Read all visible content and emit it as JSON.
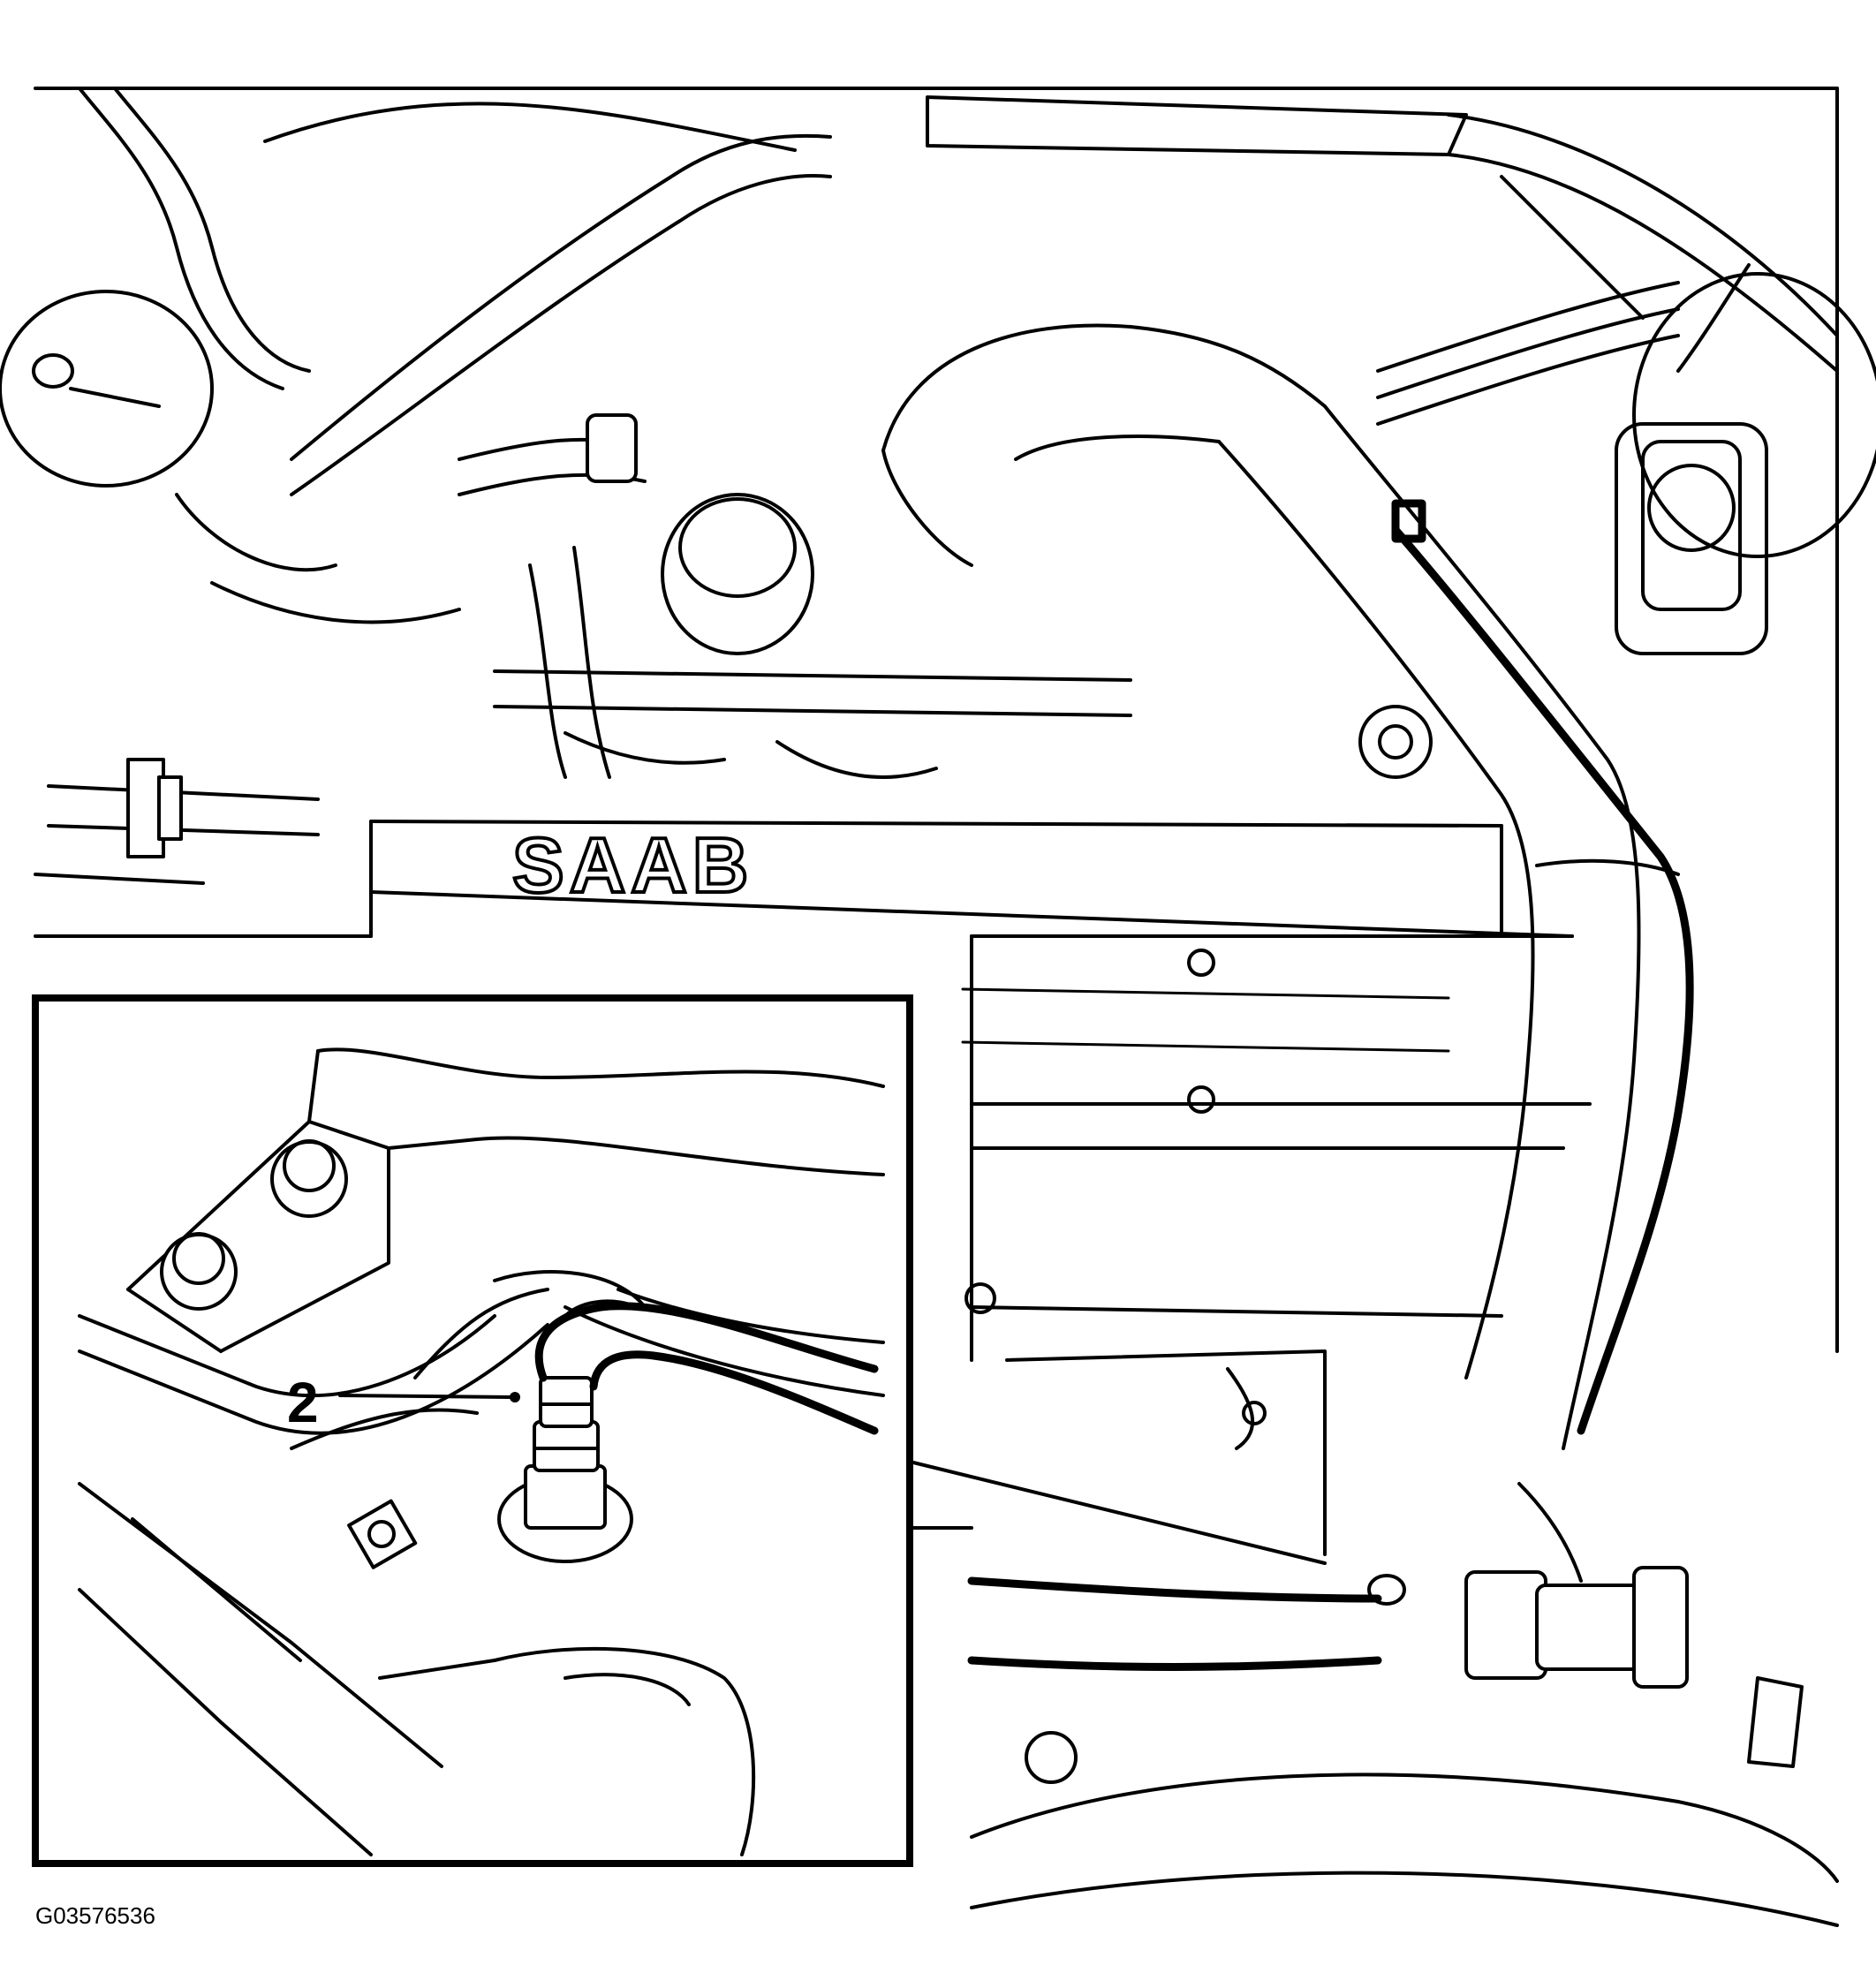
{
  "diagram": {
    "brand_text": "SAAB",
    "callout_number": "2",
    "figure_code": "G03576536"
  }
}
